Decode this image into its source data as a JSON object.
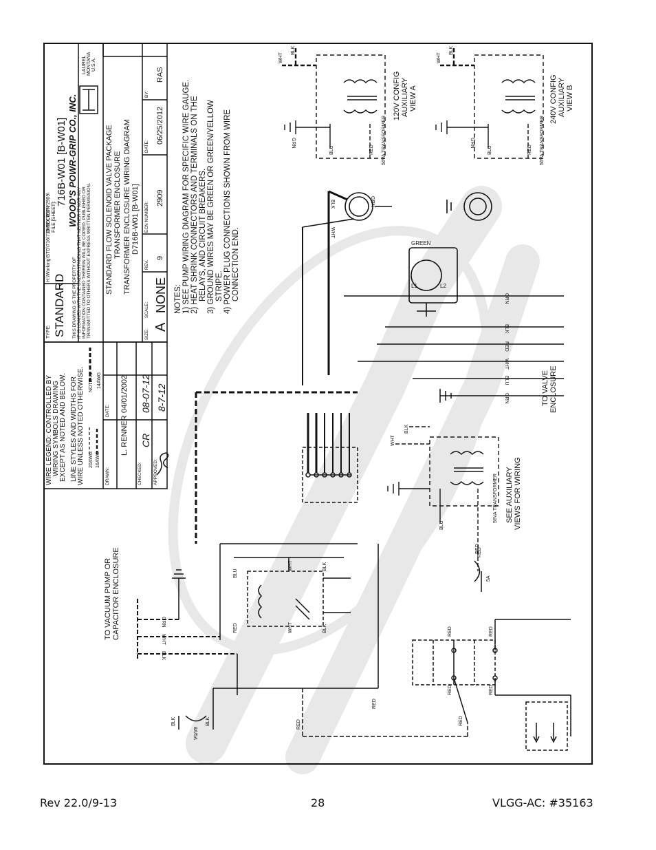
{
  "footer": {
    "rev": "Rev 22.0/9-13",
    "page": "28",
    "doc_ref": "VLGG-AC: #35163"
  },
  "title_block": {
    "path": "H:\\Working\\STD\\716\\716-SOL\\ECN 2909\\",
    "type_label": "TYPE:",
    "type": "STANDARD",
    "directory_label": "DIRECTORY:",
    "file_label": "FILE [SHEET]:",
    "file": "716B-W01 [B-W01]",
    "company": "WOOD'S POWR-GRIP CO., INC.",
    "city": "LAUREL",
    "state": "MONTANA",
    "country": "U.S.A.",
    "prop_1": "THIS DRAWING IS THE PROPERTY OF",
    "prop_2": "IT IS LOANED WITH THE UNDERSTANDING THAT NEITHER IT NOR ANY",
    "prop_3": "INFORMATION CONTAINED THEREIN WILL BE COPIED, PUBLISHED OR",
    "prop_4": "TRANSMITTED TO OTHERS WITHOUT EXPRESS WRITTEN PERMISSION.",
    "desc_1": "STANDARD FLOW SOLENOID VALVE PACKAGE",
    "desc_2": "TRANSFORMER ENCLOSURE",
    "desc_3": "TRANSFORMER ENCLOSURE WIRING DIAGRAM",
    "desc_4": "D716B-W01 [B-W01]",
    "size_label": "SIZE:",
    "size": "A",
    "scale_label": "SCALE:",
    "scale": "NONE",
    "rev_label": "REV.",
    "rev": "9",
    "ecn_label": "ECN NUMBER:",
    "ecn": "2909",
    "date_label": "DATE:",
    "date": "06/25/2012",
    "by_label": "BY:",
    "by": "RAS"
  },
  "legend": {
    "line_1": "WIRE LEGEND: CONTROLLED BY",
    "line_2": "WIRING SYMBOLS DRAWING",
    "line_3": "EXCEPT AS NOTED AND BELOW.",
    "line_4": "LINE STYLES AND WIDTHS FOR",
    "line_5": "WIRE UNLESS NOTED OTHERWISE.",
    "awg20": "20AWG",
    "awg16": "16AWG",
    "note1": "NOTE #1",
    "awg14": "14AWG",
    "drawn_label": "DRAWN:",
    "drawn": "L. RENNER",
    "drawn_date_label": "DATE:",
    "drawn_date": "04/01/2002",
    "checked_label": "CHECKED:",
    "checked": "CR",
    "checked_date": "08-07-12",
    "approved_label": "APPROVED:",
    "approved_date": "8-7-12"
  },
  "notes": {
    "heading": "NOTES:",
    "n1a": "1)  SEE PUMP WIRING DIAGRAM FOR SPECIFIC WIRE GAUGE.",
    "n2a": "2)  HEAT SHRINK CONNECTORS AND TERMINALS ON THE",
    "n2b": "RELAYS, AND CIRCUIT BREAKERS.",
    "n3a": "3)  GROUND WIRES MAY BE GREEN OR GREEN/YELLOW",
    "n3b": "STRIPE.",
    "n4a": "4)  POWER PLUG CONNECTIONS SHOWN FROM WIRE",
    "n4b": "CONNECTION END."
  },
  "labels": {
    "to_vacuum_1": "TO VACUUM PUMP OR",
    "to_vacuum_2": "CAPACITOR ENCLOSURE",
    "to_valve_1": "TO VALVE",
    "to_valve_2": "ENCLOSURE",
    "see_aux_1": "SEE AUXILIARY",
    "see_aux_2": "VIEWS FOR WIRING",
    "view_a_1": "120V CONFIG",
    "view_a_2": "AUXILIARY",
    "view_a_3": "VIEW A",
    "view_b_1": "240V CONFIG",
    "view_b_2": "AUXILIARY",
    "view_b_3": "VIEW B",
    "transformer": "56VA TRANSFORMER",
    "green": "GREEN",
    "l1": "L1",
    "l2": "L2",
    "breaker_8a": "8A/5A",
    "breaker_5a": "5A"
  },
  "wires": {
    "wht": "WHT",
    "blk": "BLK",
    "blu": "BLU",
    "red": "RED",
    "grn": "GRN",
    "orn": "ORN"
  },
  "colors": {
    "line": "#111111",
    "paper": "#ffffff"
  }
}
